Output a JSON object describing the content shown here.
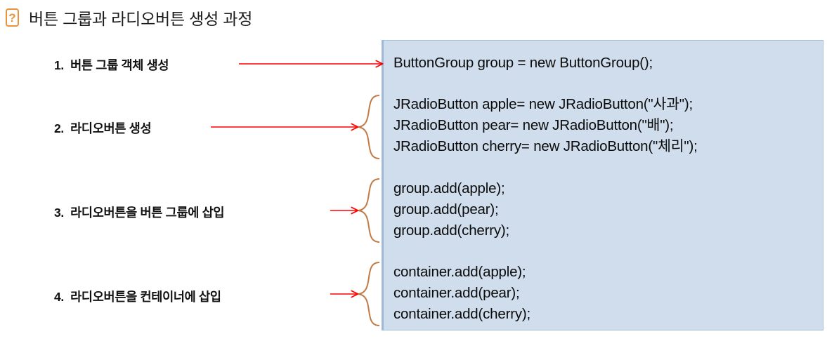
{
  "header": {
    "icon": "question-mark-icon",
    "icon_glyph": "?",
    "title": "버튼 그룹과 라디오버튼 생성 과정"
  },
  "colors": {
    "icon_border": "#e8943a",
    "panel_background": "#cfdded",
    "panel_border": "#a8c0d8",
    "arrow": "#fe0000",
    "brace": "#c07a46",
    "title_text": "#1a1a1a",
    "code_text": "#0b0b0b"
  },
  "steps": [
    {
      "number": "1.",
      "label": "버튼 그룹 객체 생성",
      "connector": "arrow-long",
      "code": [
        "ButtonGroup group = new ButtonGroup();"
      ]
    },
    {
      "number": "2.",
      "label": "라디오버튼 생성",
      "connector": "arrow-with-brace",
      "code": [
        "JRadioButton apple= new JRadioButton(\"사과\");",
        "JRadioButton pear= new JRadioButton(\"배\");",
        "JRadioButton cherry= new JRadioButton(\"체리\");"
      ]
    },
    {
      "number": "3.",
      "label": "라디오버튼을 버튼 그룹에 삽입",
      "connector": "arrow-with-brace",
      "code": [
        "group.add(apple);",
        "group.add(pear);",
        "group.add(cherry);"
      ]
    },
    {
      "number": "4.",
      "label": "라디오버튼을 컨테이너에 삽입",
      "connector": "arrow-with-brace",
      "code": [
        "container.add(apple);",
        "container.add(pear);",
        "container.add(cherry);"
      ]
    }
  ]
}
